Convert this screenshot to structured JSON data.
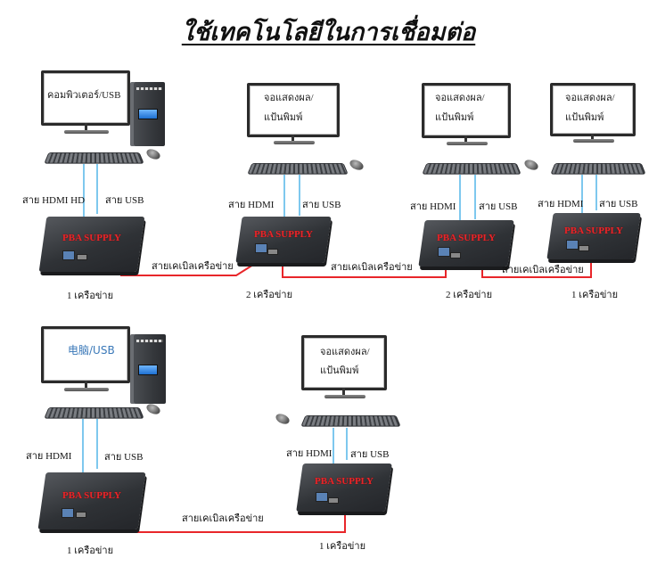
{
  "title": "ใช้เทคโนโลยีในการเชื่อมต่อ",
  "colors": {
    "network_cable": "#e8262a",
    "usb_hdmi_cable": "#7ec8ee",
    "brand_text": "#e8262a"
  },
  "brand": "PBA SUPPLY",
  "row1": {
    "computer": {
      "screen_label": "คอมพิวเตอร์/USB",
      "hdmi_label": "สาย HDMI HD",
      "usb_label": "สาย USB",
      "device_label": "1 เครือข่าย"
    },
    "terminals": [
      {
        "screen_line1": "จอแสดงผล/",
        "screen_line2": "แป้นพิมพ์",
        "hdmi_label": "สาย HDMI",
        "usb_label": "สาย USB",
        "device_label": "2 เครือข่าย"
      },
      {
        "screen_line1": "จอแสดงผล/",
        "screen_line2": "แป้นพิมพ์",
        "hdmi_label": "สาย HDMI",
        "usb_label": "สาย USB",
        "device_label": "2 เครือข่าย"
      },
      {
        "screen_line1": "จอแสดงผล/",
        "screen_line2": "แป้นพิมพ์",
        "hdmi_label": "สาย HDMI",
        "usb_label": "สาย USB",
        "device_label": "1 เครือข่าย"
      }
    ],
    "cable_labels": [
      "สายเคเบิลเครือข่าย",
      "สายเคเบิลเครือข่าย",
      "สายเคเบิลเครือข่าย"
    ]
  },
  "row2": {
    "computer": {
      "screen_label": "电脑/USB",
      "hdmi_label": "สาย HDMI",
      "usb_label": "สาย USB",
      "device_label": "1 เครือข่าย"
    },
    "terminal": {
      "screen_line1": "จอแสดงผล/",
      "screen_line2": "แป้นพิมพ์",
      "hdmi_label": "สาย HDMI",
      "usb_label": "สาย USB",
      "device_label": "1 เครือข่าย"
    },
    "cable_label": "สายเคเบิลเครือข่าย"
  }
}
